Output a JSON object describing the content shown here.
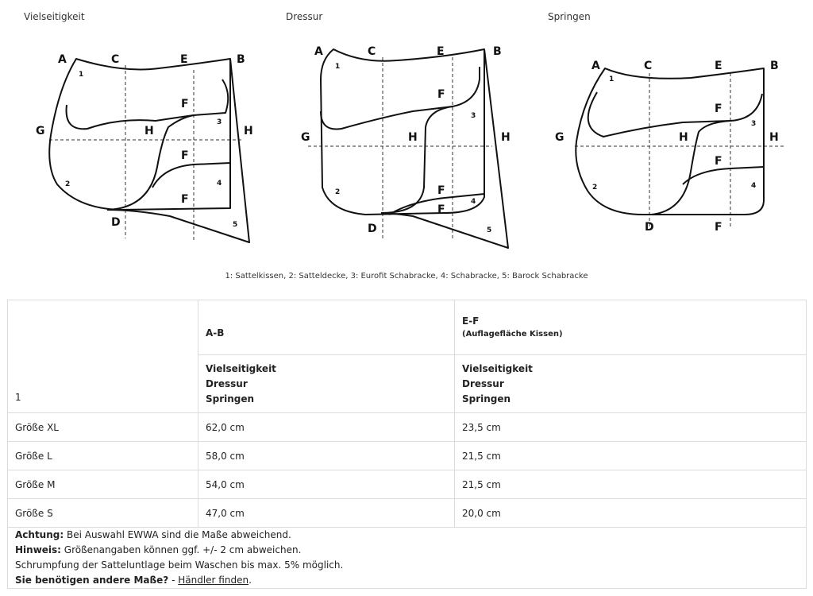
{
  "diagram_titles": [
    "Vielseitigkeit",
    "Dressur",
    "Springen"
  ],
  "labels": {
    "a": "A",
    "b": "B",
    "c": "C",
    "d": "D",
    "e": "E",
    "f": "F",
    "g": "G",
    "h": "H",
    "n1": "1",
    "n2": "2",
    "n3": "3",
    "n4": "4",
    "n5": "5"
  },
  "legend": "1: Sattelkissen, 2: Satteldecke, 3: Eurofit Schabracke, 4: Schabracke, 5: Barock Schabracke",
  "table": {
    "header": {
      "corner": "1",
      "col_ab": "A-B",
      "col_ef": "E-F",
      "col_ef_note": "(Auflagefläche Kissen)",
      "disciplines": [
        "Vielseitigkeit",
        "Dressur",
        "Springen"
      ]
    },
    "rows": [
      {
        "size": "Größe XL",
        "ab": "62,0 cm",
        "ef": "23,5 cm"
      },
      {
        "size": "Größe L",
        "ab": "58,0 cm",
        "ef": "21,5 cm"
      },
      {
        "size": "Größe M",
        "ab": "54,0 cm",
        "ef": "21,5 cm"
      },
      {
        "size": "Größe S",
        "ab": "47,0 cm",
        "ef": "20,0 cm"
      }
    ],
    "notes": {
      "achtung_label": "Achtung:",
      "achtung_text": " Bei Auswahl EWWA sind die Maße abweichend.",
      "hinweis_label": "Hinweis:",
      "hinweis_text": " Größenangaben können ggf. +/- 2 cm abweichen.",
      "schrumpfung": "Schrumpfung der Satteluntlage beim Waschen bis max. 5% möglich.",
      "question": "Sie benötigen andere Maße?",
      "separator": " - ",
      "link": "Händler finden",
      "end": "."
    }
  }
}
